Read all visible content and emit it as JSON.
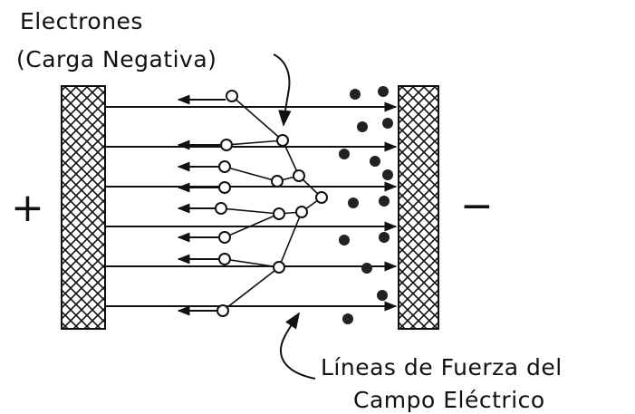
{
  "labels": {
    "electrons_line1": "Electrones",
    "electrons_line2": "(Carga Negativa)",
    "field_lines_line1": "Líneas de Fuerza del",
    "field_lines_line2": "Campo Eléctrico",
    "positive_sign": "+",
    "negative_sign": "−"
  }
}
